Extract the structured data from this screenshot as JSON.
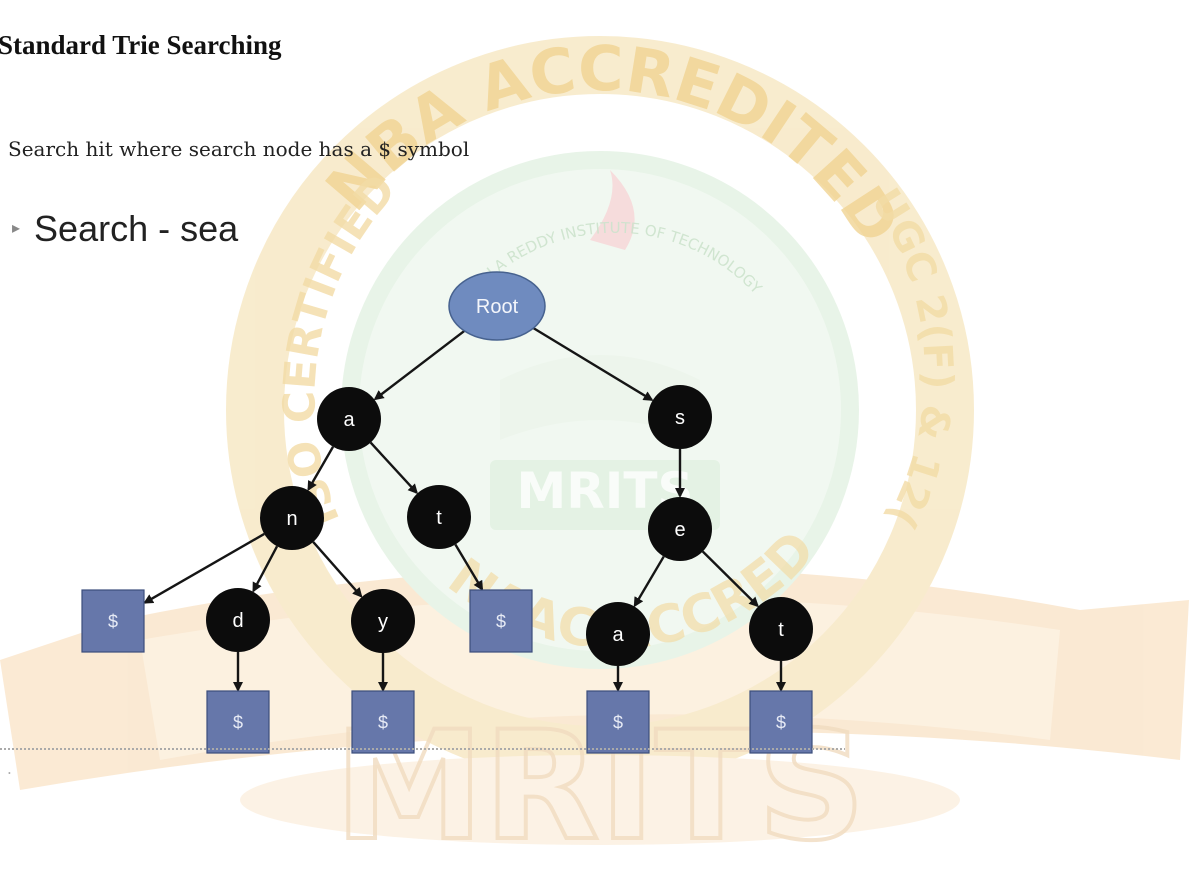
{
  "header": {
    "title": "Standard Trie Searching",
    "subtitle": "Search hit where search node has a $ symbol"
  },
  "bullet": {
    "marker": "▸",
    "text": "Search - sea"
  },
  "trie": {
    "nodes": [
      {
        "id": "root",
        "label": "Root",
        "kind": "root"
      },
      {
        "id": "a1",
        "label": "a",
        "kind": "char"
      },
      {
        "id": "s1",
        "label": "s",
        "kind": "char"
      },
      {
        "id": "n1",
        "label": "n",
        "kind": "char"
      },
      {
        "id": "t1",
        "label": "t",
        "kind": "char"
      },
      {
        "id": "e1",
        "label": "e",
        "kind": "char"
      },
      {
        "id": "end1",
        "label": "$",
        "kind": "end"
      },
      {
        "id": "d1",
        "label": "d",
        "kind": "char"
      },
      {
        "id": "y1",
        "label": "y",
        "kind": "char"
      },
      {
        "id": "end2",
        "label": "$",
        "kind": "end"
      },
      {
        "id": "a2",
        "label": "a",
        "kind": "char"
      },
      {
        "id": "t2",
        "label": "t",
        "kind": "char"
      },
      {
        "id": "end3",
        "label": "$",
        "kind": "end"
      },
      {
        "id": "end4",
        "label": "$",
        "kind": "end"
      },
      {
        "id": "end5",
        "label": "$",
        "kind": "end"
      },
      {
        "id": "end6",
        "label": "$",
        "kind": "end"
      }
    ],
    "edges": [
      [
        "root",
        "a1"
      ],
      [
        "root",
        "s1"
      ],
      [
        "a1",
        "n1"
      ],
      [
        "a1",
        "t1"
      ],
      [
        "s1",
        "e1"
      ],
      [
        "n1",
        "end1"
      ],
      [
        "n1",
        "d1"
      ],
      [
        "n1",
        "y1"
      ],
      [
        "t1",
        "end2"
      ],
      [
        "e1",
        "a2"
      ],
      [
        "e1",
        "t2"
      ],
      [
        "d1",
        "end3"
      ],
      [
        "y1",
        "end4"
      ],
      [
        "a2",
        "end5"
      ],
      [
        "t2",
        "end6"
      ]
    ]
  },
  "watermark": {
    "arc_text_top": "NBA ACCREDITED",
    "arc_text_left": "ISO CERTIFIED",
    "arc_text_right": "UGC 2(F) & 12(B)",
    "inner_arc": "MALLA REDDY INSTITUTE OF TECHNOLOGY & SCIENCE",
    "center_logo": "MRITS",
    "banner_text": "MRITS",
    "bottom_arc": "NAAC ACCREDITED"
  },
  "colors": {
    "root_fill": "#6f8bbf",
    "root_stroke": "#47628f",
    "char_fill": "#0c0c0c",
    "end_fill": "#6677aa",
    "end_stroke": "#3b4d7c",
    "edge": "#151515",
    "watermark_gold": "#f0cf86",
    "watermark_orange": "#f7d8b0",
    "watermark_green": "#bfe3c4",
    "watermark_red": "#e9b3b3"
  }
}
